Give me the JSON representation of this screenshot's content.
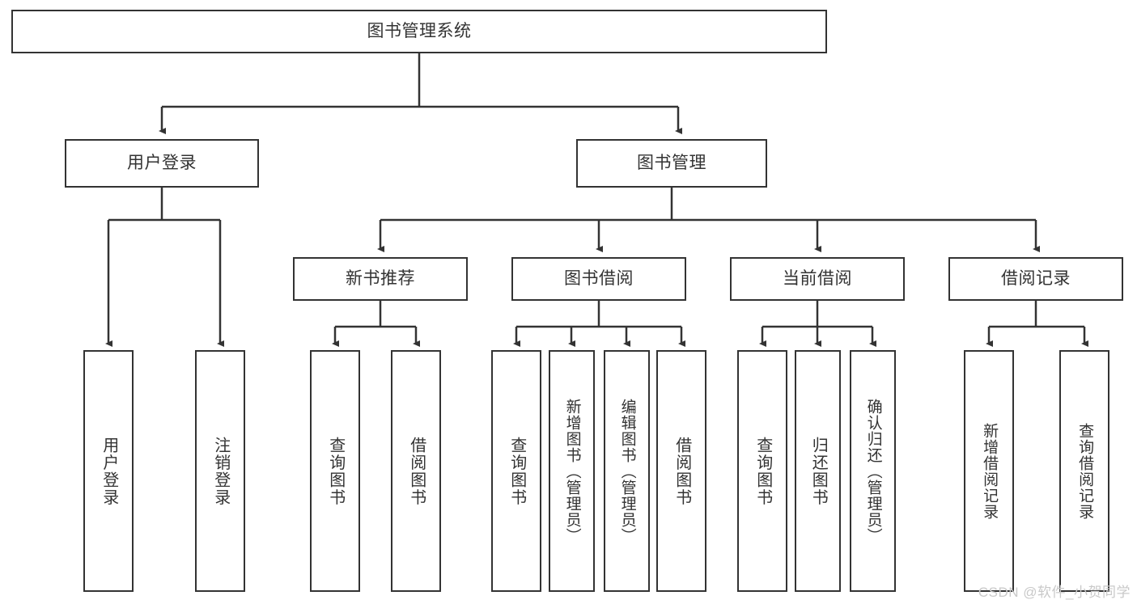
{
  "diagram": {
    "title": "图书管理系统",
    "colors": {
      "background": "#ffffff",
      "border": "#333333",
      "text": "#333333",
      "connector": "#333333",
      "watermark": "#c9c9c9"
    },
    "root": {
      "label": "图书管理系统"
    },
    "level2": [
      {
        "label": "用户登录"
      },
      {
        "label": "图书管理"
      }
    ],
    "level3": [
      {
        "label": "新书推荐"
      },
      {
        "label": "图书借阅"
      },
      {
        "label": "当前借阅"
      },
      {
        "label": "借阅记录"
      }
    ],
    "leaves": [
      {
        "label": "用户登录"
      },
      {
        "label": "注销登录"
      },
      {
        "label": "查询图书"
      },
      {
        "label": "借阅图书"
      },
      {
        "label": "查询图书"
      },
      {
        "label": "新增图书（管理员）"
      },
      {
        "label": "编辑图书（管理员）"
      },
      {
        "label": "借阅图书"
      },
      {
        "label": "查询图书"
      },
      {
        "label": "归还图书"
      },
      {
        "label": "确认归还（管理员）"
      },
      {
        "label": "新增借阅记录"
      },
      {
        "label": "查询借阅记录"
      }
    ]
  },
  "watermark": {
    "text": "CSDN @软件_小贺同学"
  }
}
